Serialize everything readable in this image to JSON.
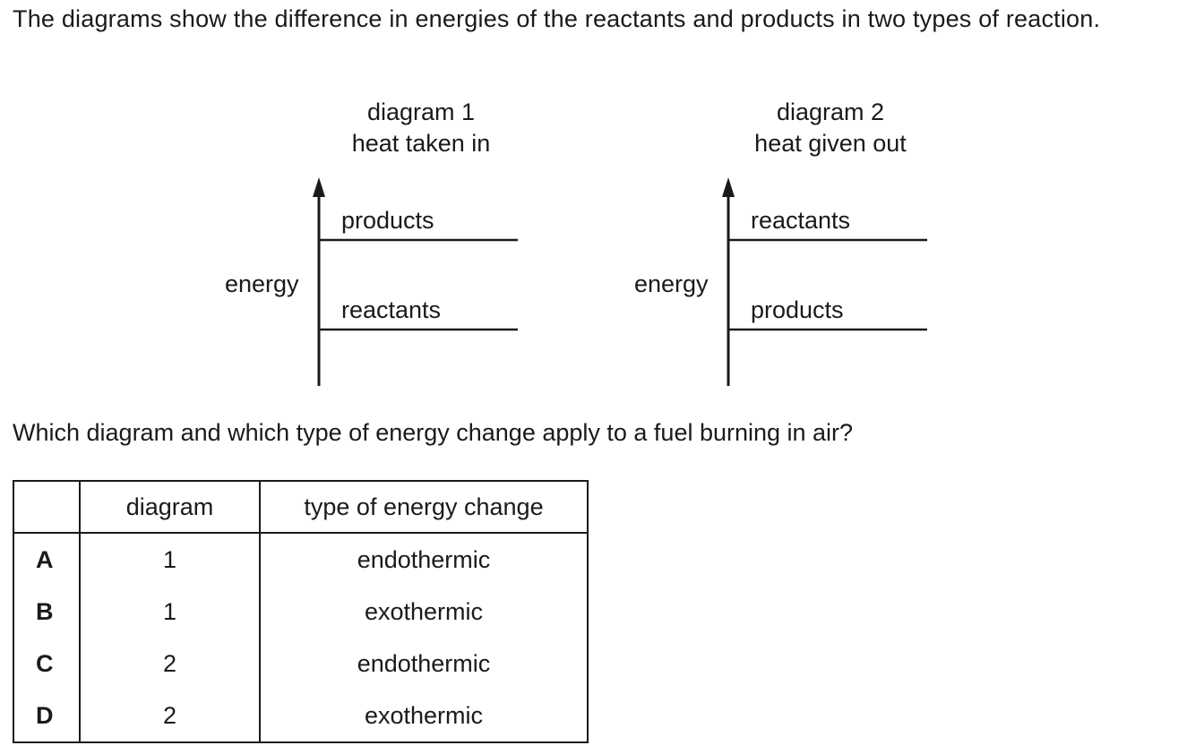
{
  "intro": "The diagrams show the difference in energies of the reactants and products in two types of reaction.",
  "diagrams": [
    {
      "title": "diagram 1",
      "subtitle": "heat taken in",
      "axis_label": "energy",
      "upper_level": "products",
      "lower_level": "reactants"
    },
    {
      "title": "diagram 2",
      "subtitle": "heat given out",
      "axis_label": "energy",
      "upper_level": "reactants",
      "lower_level": "products"
    }
  ],
  "question": "Which diagram and which type of energy change apply to a fuel burning in air?",
  "table": {
    "headers": [
      "",
      "diagram",
      "type of energy change"
    ],
    "rows": [
      {
        "letter": "A",
        "diagram": "1",
        "type": "endothermic"
      },
      {
        "letter": "B",
        "diagram": "1",
        "type": "exothermic"
      },
      {
        "letter": "C",
        "diagram": "2",
        "type": "endothermic"
      },
      {
        "letter": "D",
        "diagram": "2",
        "type": "exothermic"
      }
    ]
  }
}
